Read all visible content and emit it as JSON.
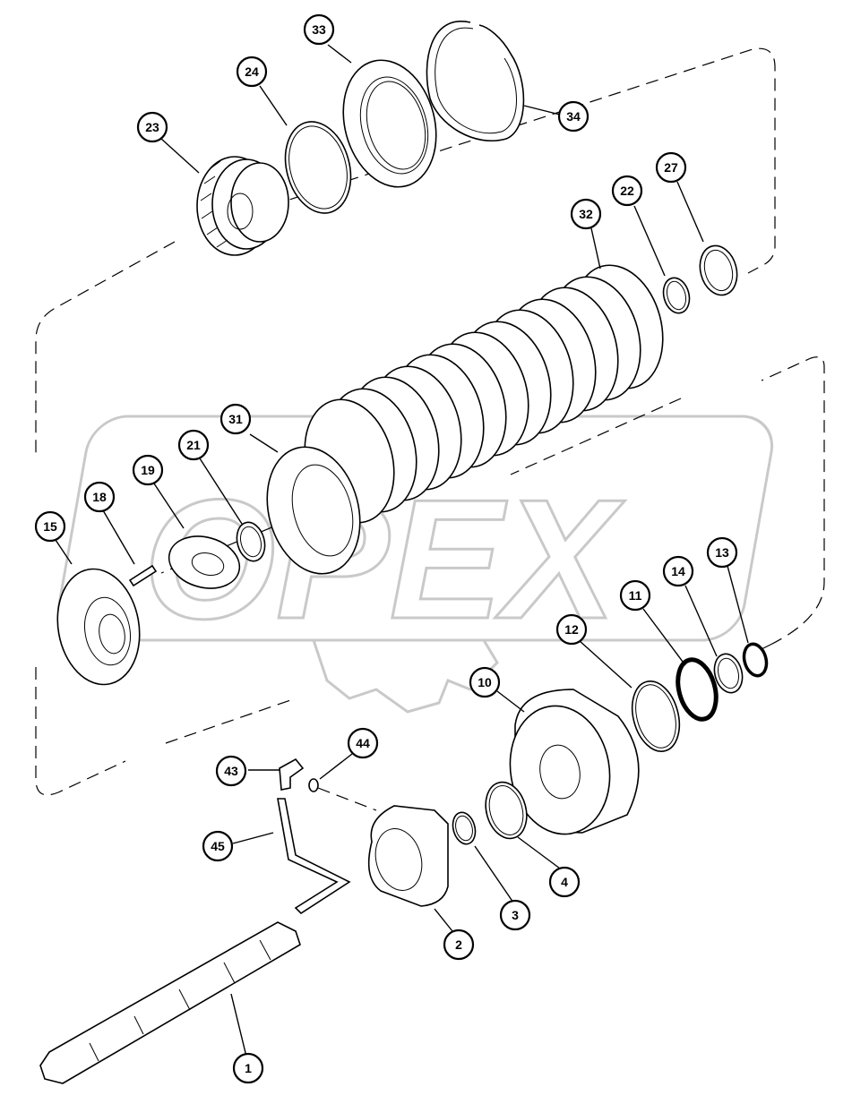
{
  "watermark": {
    "text": "OPEX"
  },
  "callouts": [
    {
      "id": "c1",
      "label": "1"
    },
    {
      "id": "c2",
      "label": "2"
    },
    {
      "id": "c3",
      "label": "3"
    },
    {
      "id": "c4",
      "label": "4"
    },
    {
      "id": "c10",
      "label": "10"
    },
    {
      "id": "c11",
      "label": "11"
    },
    {
      "id": "c12",
      "label": "12"
    },
    {
      "id": "c13",
      "label": "13"
    },
    {
      "id": "c14",
      "label": "14"
    },
    {
      "id": "c15",
      "label": "15"
    },
    {
      "id": "c18",
      "label": "18"
    },
    {
      "id": "c19",
      "label": "19"
    },
    {
      "id": "c21",
      "label": "21"
    },
    {
      "id": "c22",
      "label": "22"
    },
    {
      "id": "c23",
      "label": "23"
    },
    {
      "id": "c24",
      "label": "24"
    },
    {
      "id": "c27",
      "label": "27"
    },
    {
      "id": "c31",
      "label": "31"
    },
    {
      "id": "c32",
      "label": "32"
    },
    {
      "id": "c33",
      "label": "33"
    },
    {
      "id": "c34",
      "label": "34"
    },
    {
      "id": "c43",
      "label": "43"
    },
    {
      "id": "c44",
      "label": "44"
    },
    {
      "id": "c45",
      "label": "45"
    }
  ]
}
